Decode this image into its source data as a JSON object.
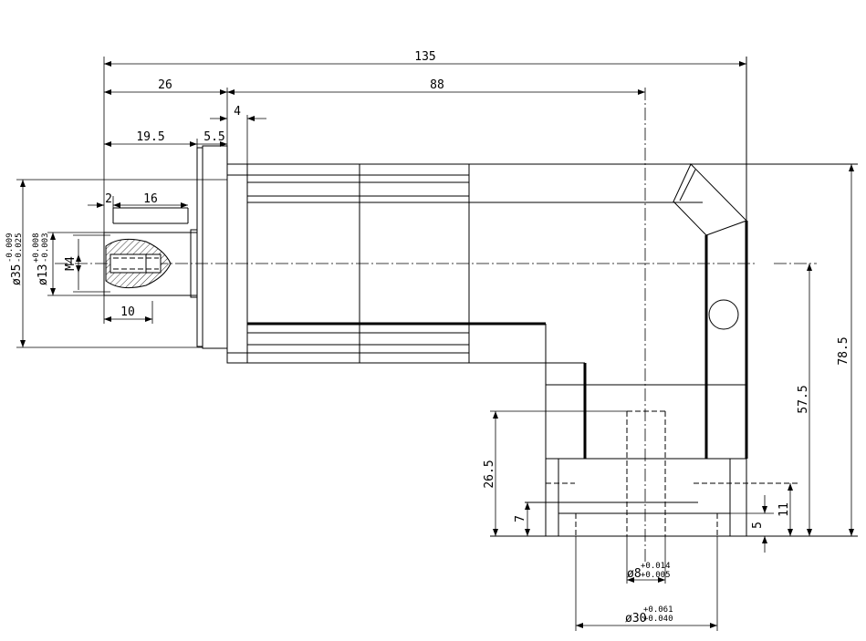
{
  "dimensions": {
    "overall_length": "135",
    "shaft_length": "26",
    "body_length": "88",
    "flange_thickness": "4",
    "shaft_to_flange": "19.5",
    "spigot": "5.5",
    "key_offset": "2",
    "key_length": "16",
    "thread_depth": "10",
    "thread": "M4",
    "pilot_dia": "ø35",
    "pilot_tol_upper": "-0.009",
    "pilot_tol_lower": "-0.025",
    "shaft_dia": "ø13",
    "shaft_tol_upper": "+0.008",
    "shaft_tol_lower": "-0.003",
    "total_height": "78.5",
    "axis_height": "57.5",
    "base_height": "26.5",
    "foot_7": "7",
    "foot_5": "5",
    "foot_11": "11",
    "bore_dia": "ø8",
    "bore_tol_upper": "+0.014",
    "bore_tol_lower": "+0.005",
    "base_dia": "ø30",
    "base_tol_upper": "+0.061",
    "base_tol_lower": "+0.040"
  }
}
